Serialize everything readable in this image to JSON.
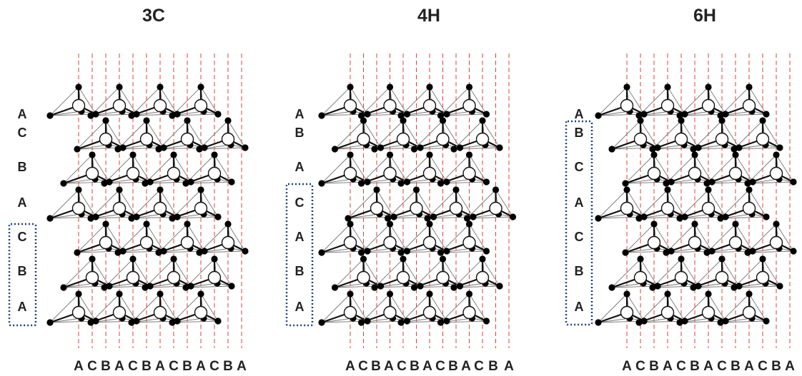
{
  "panels": [
    {
      "id": "3c",
      "title": "3C",
      "sequence": [
        "A",
        "C",
        "B",
        "A",
        "C",
        "B",
        "A"
      ],
      "highlighted_layers": [
        "C",
        "B",
        "A"
      ],
      "bottom_positions": [
        "A",
        "C",
        "B",
        "A",
        "C",
        "B",
        "A",
        "C",
        "B",
        "A",
        "C",
        "B",
        "A"
      ]
    },
    {
      "id": "4h",
      "title": "4H",
      "sequence": [
        "A",
        "B",
        "A",
        "C",
        "A",
        "B",
        "A"
      ],
      "highlighted_layers": [
        "C",
        "A",
        "B",
        "A"
      ],
      "bottom_positions": [
        "A",
        "C",
        "B",
        "A",
        "C",
        "B",
        "A",
        "C",
        "B",
        "A",
        "C",
        "B",
        "A"
      ]
    },
    {
      "id": "6h",
      "title": "6H",
      "sequence": [
        "A",
        "B",
        "C",
        "A",
        "C",
        "B",
        "A"
      ],
      "highlighted_layers": [
        "B",
        "C",
        "A",
        "C",
        "B",
        "A"
      ],
      "bottom_positions": [
        "A",
        "C",
        "B",
        "A",
        "C",
        "B",
        "A",
        "C",
        "B",
        "A",
        "C",
        "B",
        "A"
      ]
    }
  ],
  "colors": {
    "guide_line": "#e0403a",
    "highlight_box": "#1f3f7f",
    "carbon_atom": "#000000",
    "silicon_atom": "#ffffff",
    "text": "#222222"
  }
}
